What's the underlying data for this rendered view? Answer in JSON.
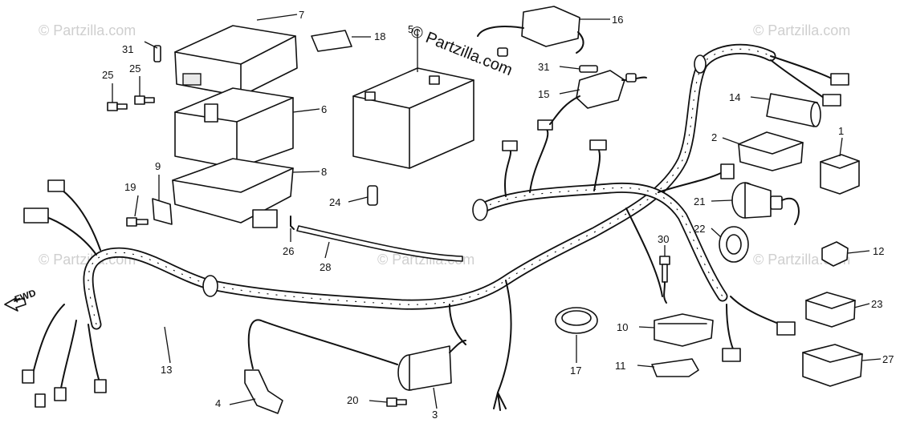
{
  "watermark": {
    "brand": "© Partzilla.com",
    "faint": "© Partzilla.com"
  },
  "direction": {
    "label": "FWD"
  },
  "callouts": [
    {
      "id": "p1",
      "number": "1"
    },
    {
      "id": "p2",
      "number": "2"
    },
    {
      "id": "p3",
      "number": "3"
    },
    {
      "id": "p4",
      "number": "4"
    },
    {
      "id": "p6",
      "number": "6"
    },
    {
      "id": "p7",
      "number": "7"
    },
    {
      "id": "p8",
      "number": "8"
    },
    {
      "id": "p9",
      "number": "9"
    },
    {
      "id": "p10",
      "number": "10"
    },
    {
      "id": "p11",
      "number": "11"
    },
    {
      "id": "p12",
      "number": "12"
    },
    {
      "id": "p13",
      "number": "13"
    },
    {
      "id": "p14",
      "number": "14"
    },
    {
      "id": "p15",
      "number": "15"
    },
    {
      "id": "p16",
      "number": "16"
    },
    {
      "id": "p17",
      "number": "17"
    },
    {
      "id": "p18",
      "number": "18"
    },
    {
      "id": "p19",
      "number": "19"
    },
    {
      "id": "p20",
      "number": "20"
    },
    {
      "id": "p21",
      "number": "21"
    },
    {
      "id": "p22",
      "number": "22"
    },
    {
      "id": "p23",
      "number": "23"
    },
    {
      "id": "p24",
      "number": "24"
    },
    {
      "id": "p25a",
      "number": "25"
    },
    {
      "id": "p25b",
      "number": "25"
    },
    {
      "id": "p26",
      "number": "26"
    },
    {
      "id": "p27",
      "number": "27"
    },
    {
      "id": "p28",
      "number": "28"
    },
    {
      "id": "p30",
      "number": "30"
    },
    {
      "id": "p31a",
      "number": "31"
    },
    {
      "id": "p31b",
      "number": "31"
    }
  ]
}
